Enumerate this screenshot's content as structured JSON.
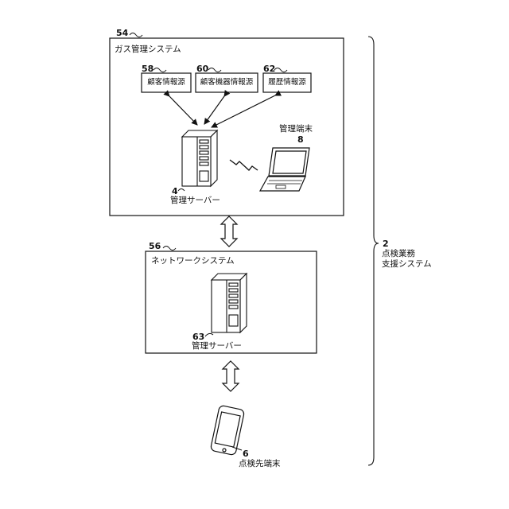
{
  "gas_system": {
    "ref": "54",
    "title": "ガス管理システム"
  },
  "sources": [
    {
      "ref": "58",
      "label": "顧客情報源"
    },
    {
      "ref": "60",
      "label": "顧客機器情報源"
    },
    {
      "ref": "62",
      "label": "履歴情報源"
    }
  ],
  "mgmt_server": {
    "ref": "4",
    "label": "管理サーバー"
  },
  "mgmt_terminal": {
    "ref": "8",
    "label": "管理端末"
  },
  "network_system": {
    "ref": "56",
    "title": "ネットワークシステム"
  },
  "net_server": {
    "ref": "63",
    "label": "管理サーバー"
  },
  "inspector_terminal": {
    "ref": "6",
    "label": "点検先端末"
  },
  "overall": {
    "ref": "2",
    "label_line1": "点検業務",
    "label_line2": "支援システム"
  }
}
